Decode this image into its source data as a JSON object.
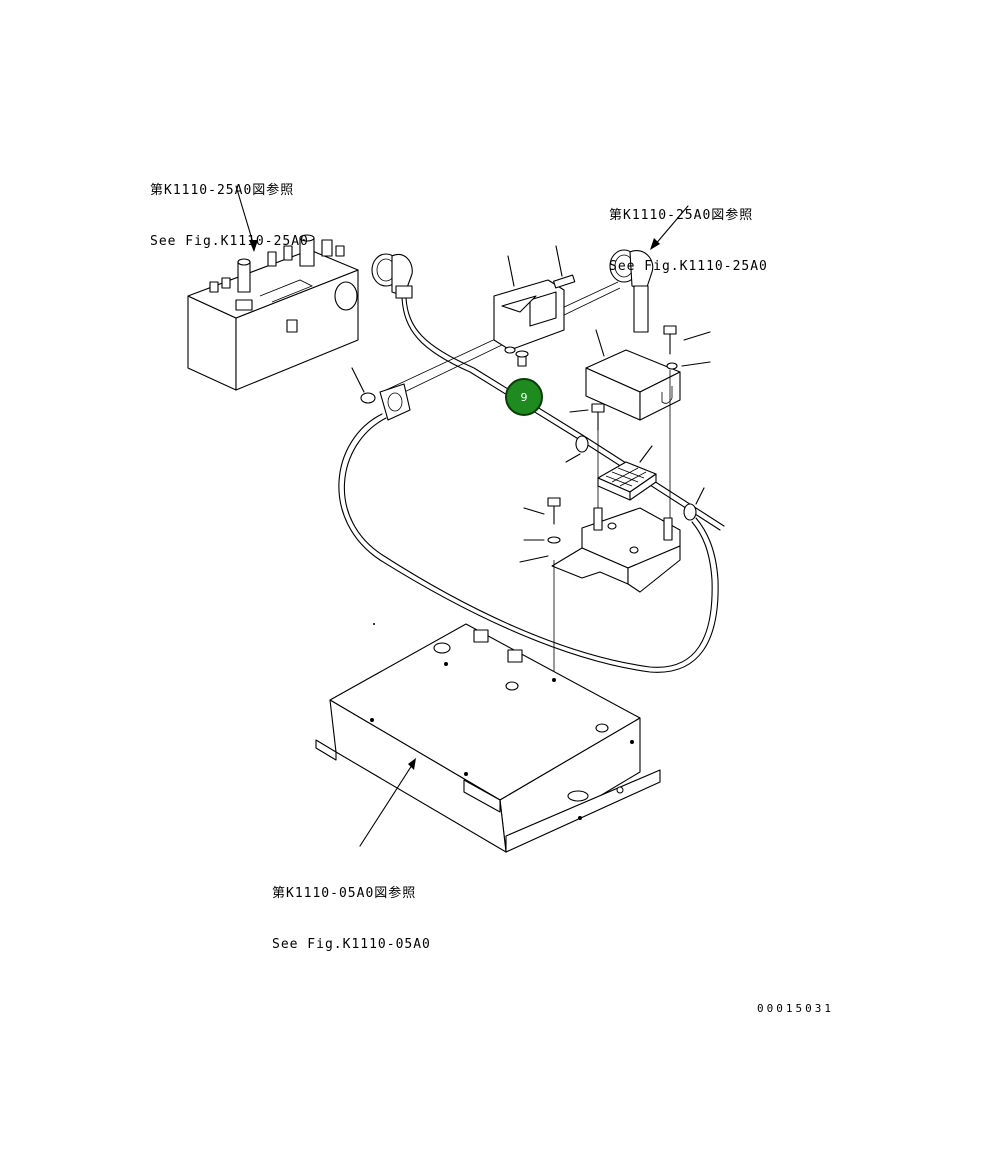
{
  "references": {
    "top_left": {
      "ja": "第K1110-25A0図参照",
      "en": "See Fig.K1110-25A0"
    },
    "top_right": {
      "ja": "第K1110-25A0図参照",
      "en": "See Fig.K1110-25A0"
    },
    "bottom": {
      "ja": "第K1110-05A0図参照",
      "en": "See Fig.K1110-05A0"
    }
  },
  "callout": {
    "label": "9",
    "color": "#1f8a1f"
  },
  "drawing_number": "00015031"
}
